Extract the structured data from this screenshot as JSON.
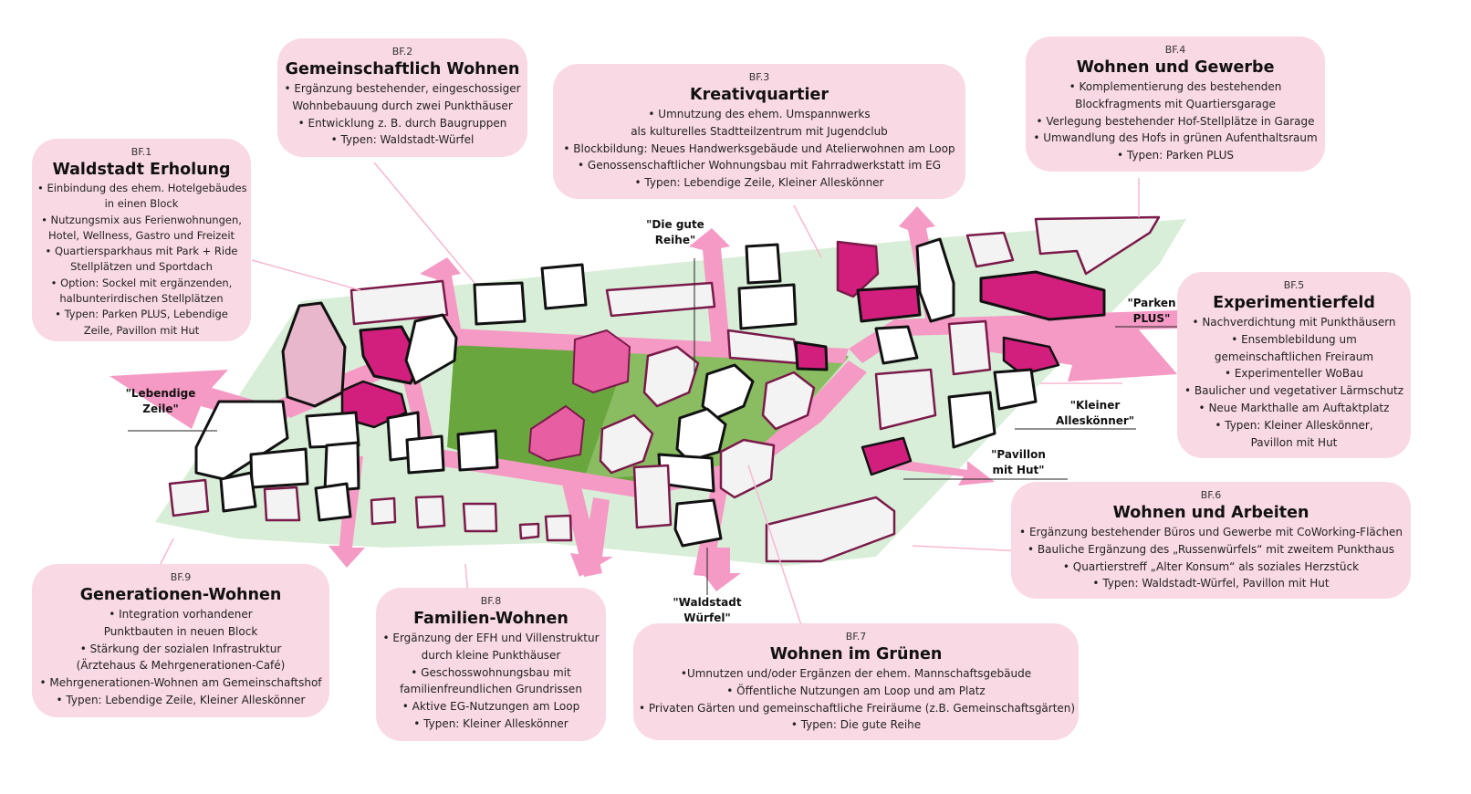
{
  "colors": {
    "card_bg": "#f9d9e3",
    "accent_magenta": "#d21f7d",
    "arrow_pink": "#f49ac4",
    "park_green": "#6aa63e",
    "light_green": "#d9eed8",
    "outline_dark": "#111111",
    "outline_existing": "#7a1a4a"
  },
  "cards": [
    {
      "code": "BF.1",
      "title": "Waldstadt Erholung",
      "lines": [
        "• Einbindung des ehem. Hotelgebäudes",
        "in einen Block",
        "• Nutzungsmix aus Ferienwohnungen,",
        "Hotel, Wellness, Gastro und Freizeit",
        "• Quartiersparkhaus mit Park + Ride",
        "Stellplätzen und Sportdach",
        "• Option: Sockel mit ergänzenden,",
        "halbunterirdischen Stellplätzen",
        "• Typen: Parken PLUS, Lebendige",
        "Zeile, Pavillon mit Hut"
      ]
    },
    {
      "code": "BF.2",
      "title": "Gemeinschaftlich Wohnen",
      "lines": [
        "• Ergänzung bestehender, eingeschossiger",
        "Wohnbebauung durch zwei Punkthäuser",
        "• Entwicklung z. B. durch Baugruppen",
        "• Typen: Waldstadt-Würfel"
      ]
    },
    {
      "code": "BF.3",
      "title": "Kreativquartier",
      "lines": [
        "• Umnutzung des ehem. Umspannwerks",
        "als kulturelles Stadtteilzentrum mit Jugendclub",
        "• Blockbildung: Neues Handwerksgebäude und Atelierwohnen am Loop",
        "• Genossenschaftlicher Wohnungsbau mit Fahrradwerkstatt im EG",
        "• Typen: Lebendige Zeile, Kleiner Alleskönner"
      ]
    },
    {
      "code": "BF.4",
      "title": "Wohnen und Gewerbe",
      "lines": [
        "• Komplementierung des bestehenden",
        "Blockfragments mit Quartiersgarage",
        "• Verlegung bestehender Hof-Stellplätze in Garage",
        "• Umwandlung des Hofs in grünen Aufenthaltsraum",
        "• Typen: Parken PLUS"
      ]
    },
    {
      "code": "BF.5",
      "title": "Experimentierfeld",
      "lines": [
        "• Nachverdichtung mit Punkthäusern",
        "• Ensemblebildung um",
        "gemeinschaftlichen Freiraum",
        "• Experimenteller WoBau",
        "• Baulicher und vegetativer Lärmschutz",
        "• Neue Markthalle am Auftaktplatz",
        "• Typen: Kleiner Alleskönner,",
        "Pavillon mit Hut"
      ]
    },
    {
      "code": "BF.6",
      "title": "Wohnen und Arbeiten",
      "lines": [
        "• Ergänzung bestehender Büros und Gewerbe mit CoWorking-Flächen",
        "• Bauliche Ergänzung des „Russenwürfels“ mit zweitem Punkthaus",
        "• Quartierstreff „Alter Konsum“ als soziales Herzstück",
        "• Typen: Waldstadt-Würfel, Pavillon mit Hut"
      ]
    },
    {
      "code": "BF.7",
      "title": "Wohnen im Grünen",
      "lines": [
        "•Umnutzen und/oder Ergänzen der ehem. Mannschaftsgebäude",
        "• Öffentliche Nutzungen am Loop  und am Platz",
        "• Privaten Gärten und gemeinschaftliche Freiräume (z.B. Gemeinschaftsgärten)",
        "• Typen: Die gute Reihe"
      ]
    },
    {
      "code": "BF.8",
      "title": "Familien-Wohnen",
      "lines": [
        "• Ergänzung der EFH und Villenstruktur",
        "durch kleine Punkthäuser",
        "• Geschosswohnungsbau mit",
        "familienfreundlichen Grundrissen",
        "• Aktive EG-Nutzungen am Loop",
        "• Typen: Kleiner Alleskönner"
      ]
    },
    {
      "code": "BF.9",
      "title": "Generationen-Wohnen",
      "lines": [
        "• Integration vorhandener",
        "Punktbauten in neuen Block",
        "• Stärkung der sozialen Infrastruktur",
        "(Ärztehaus & Mehrgenerationen-Café)",
        "• Mehrgenerationen-Wohnen am Gemeinschaftshof",
        "• Typen: Lebendige Zeile, Kleiner Alleskönner"
      ]
    }
  ],
  "type_labels": [
    {
      "name": "lebendige-zeile",
      "lines": [
        "\"Lebendige",
        "Zeile\""
      ]
    },
    {
      "name": "die-gute-reihe",
      "lines": [
        "\"Die gute",
        "Reihe\""
      ]
    },
    {
      "name": "parken-plus",
      "lines": [
        "\"Parken",
        "PLUS\""
      ]
    },
    {
      "name": "kleiner-alleskoenner",
      "lines": [
        "\"Kleiner",
        "Alleskönner\""
      ]
    },
    {
      "name": "pavillon-mit-hut",
      "lines": [
        "\"Pavillon",
        "mit Hut\""
      ]
    },
    {
      "name": "waldstadt-wuerfel",
      "lines": [
        "\"Waldstadt",
        "Würfel\""
      ]
    }
  ]
}
